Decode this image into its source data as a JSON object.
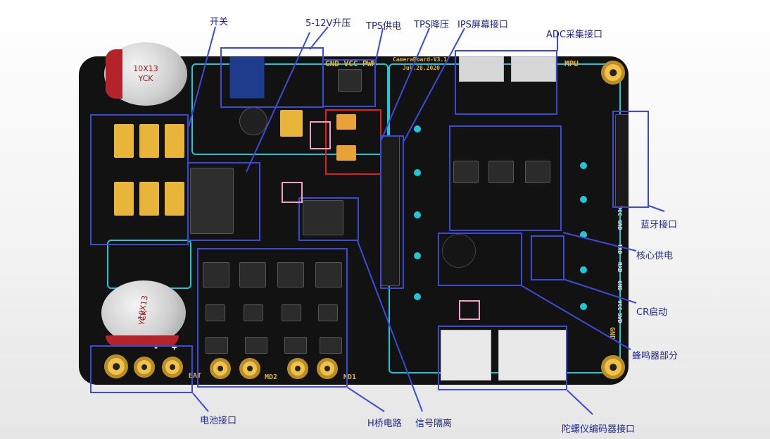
{
  "labels": {
    "switch": "开关",
    "boost": "5-12V升压",
    "tps_supply": "TPS供电",
    "tps_buck": "TPS降压",
    "ips_port": "IPS屏幕接口",
    "adc_port": "ADC采集接口",
    "bluetooth_port": "蓝牙接口",
    "core_supply": "核心供电",
    "cr_start": "CR启动",
    "buzzer": "蜂鸣器部分",
    "encoder_port": "陀螺仪编码器接口",
    "signal_isolation": "信号隔离",
    "h_bridge": "H桥电路",
    "battery_port": "电池接口"
  },
  "silkscreen": {
    "header_pins": "GND VCC PWM",
    "board_name": "CameraBoard-V3.1",
    "board_date": "Jul.28.2020",
    "mpu": "MPU",
    "bat": "BAT",
    "md2": "MD2",
    "md1": "MD1",
    "gnd": "GND",
    "bt_pins": [
      "GND",
      "VCC",
      "TXD",
      "RXD",
      "GND",
      "VCC",
      "SWD"
    ],
    "plus": "+",
    "minus": "-"
  },
  "capacitors": [
    {
      "line1": "10X13",
      "line2": "YCK"
    },
    {
      "line1": "10X13",
      "line2": "YCK"
    }
  ],
  "colors": {
    "annotation": "#3b4bd6",
    "board": "#121212",
    "copper": "#f0b63b",
    "trace": "#1fc6d6",
    "highlight_red": "#e02020",
    "highlight_pink": "#f3a0c8"
  }
}
